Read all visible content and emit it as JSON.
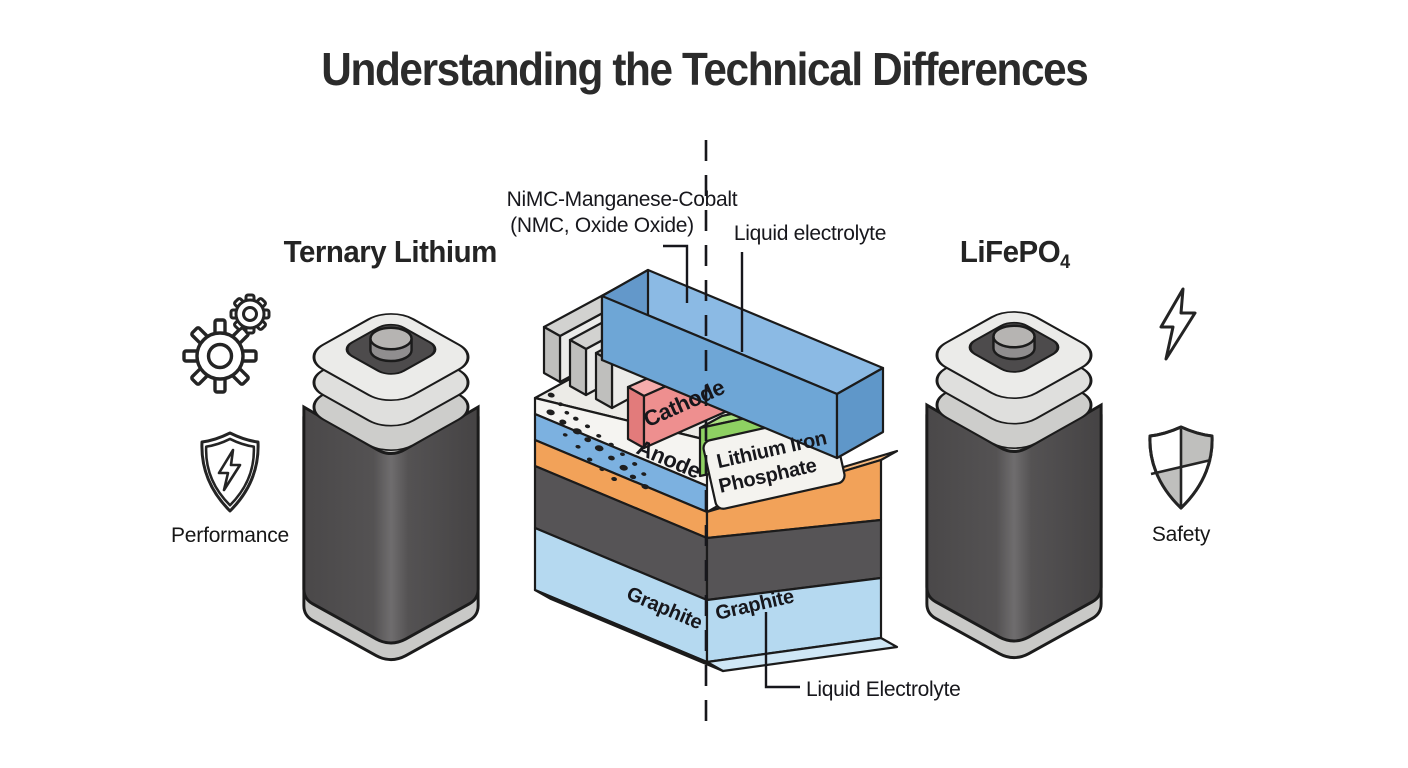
{
  "title": "Understanding the Technical Differences",
  "left_panel": {
    "heading": "Ternary Lithium",
    "caption": "Performance",
    "icons": [
      "gears-icon",
      "shield-lightning-icon"
    ]
  },
  "right_panel": {
    "heading": "LiFePO",
    "heading_sub": "4",
    "caption": "Safety",
    "icons": [
      "lightning-icon",
      "shield-quarters-icon"
    ]
  },
  "diagram": {
    "labels": {
      "nmc_line1": "NiMC-Manganese-Cobalt",
      "nmc_line2": "(NMC, Oxide Oxide)",
      "liquid_electrolyte_top": "Liquid electrolyte",
      "cathode": "Cathode",
      "anode": "Anode",
      "lfp_line1": "Lithium Iron",
      "lfp_line2": "Phosphate",
      "graphite_left": "Graphite",
      "graphite_right": "Graphite",
      "liquid_electrolyte_bottom": "Liquid Electrolyte"
    },
    "colors": {
      "lid_blue": "#6ea6d6",
      "separator_green": "#8ed162",
      "cathode_red": "#ee8f8f",
      "anode_white": "#f5f4f1",
      "collector_orange": "#f2a259",
      "graphite_dark": "#565456",
      "electrolyte_light_blue": "#b5d9f0",
      "battery_body": "#4f4d4e",
      "battery_cap": "#e6e6e4",
      "outline": "#1b1b1b"
    }
  }
}
